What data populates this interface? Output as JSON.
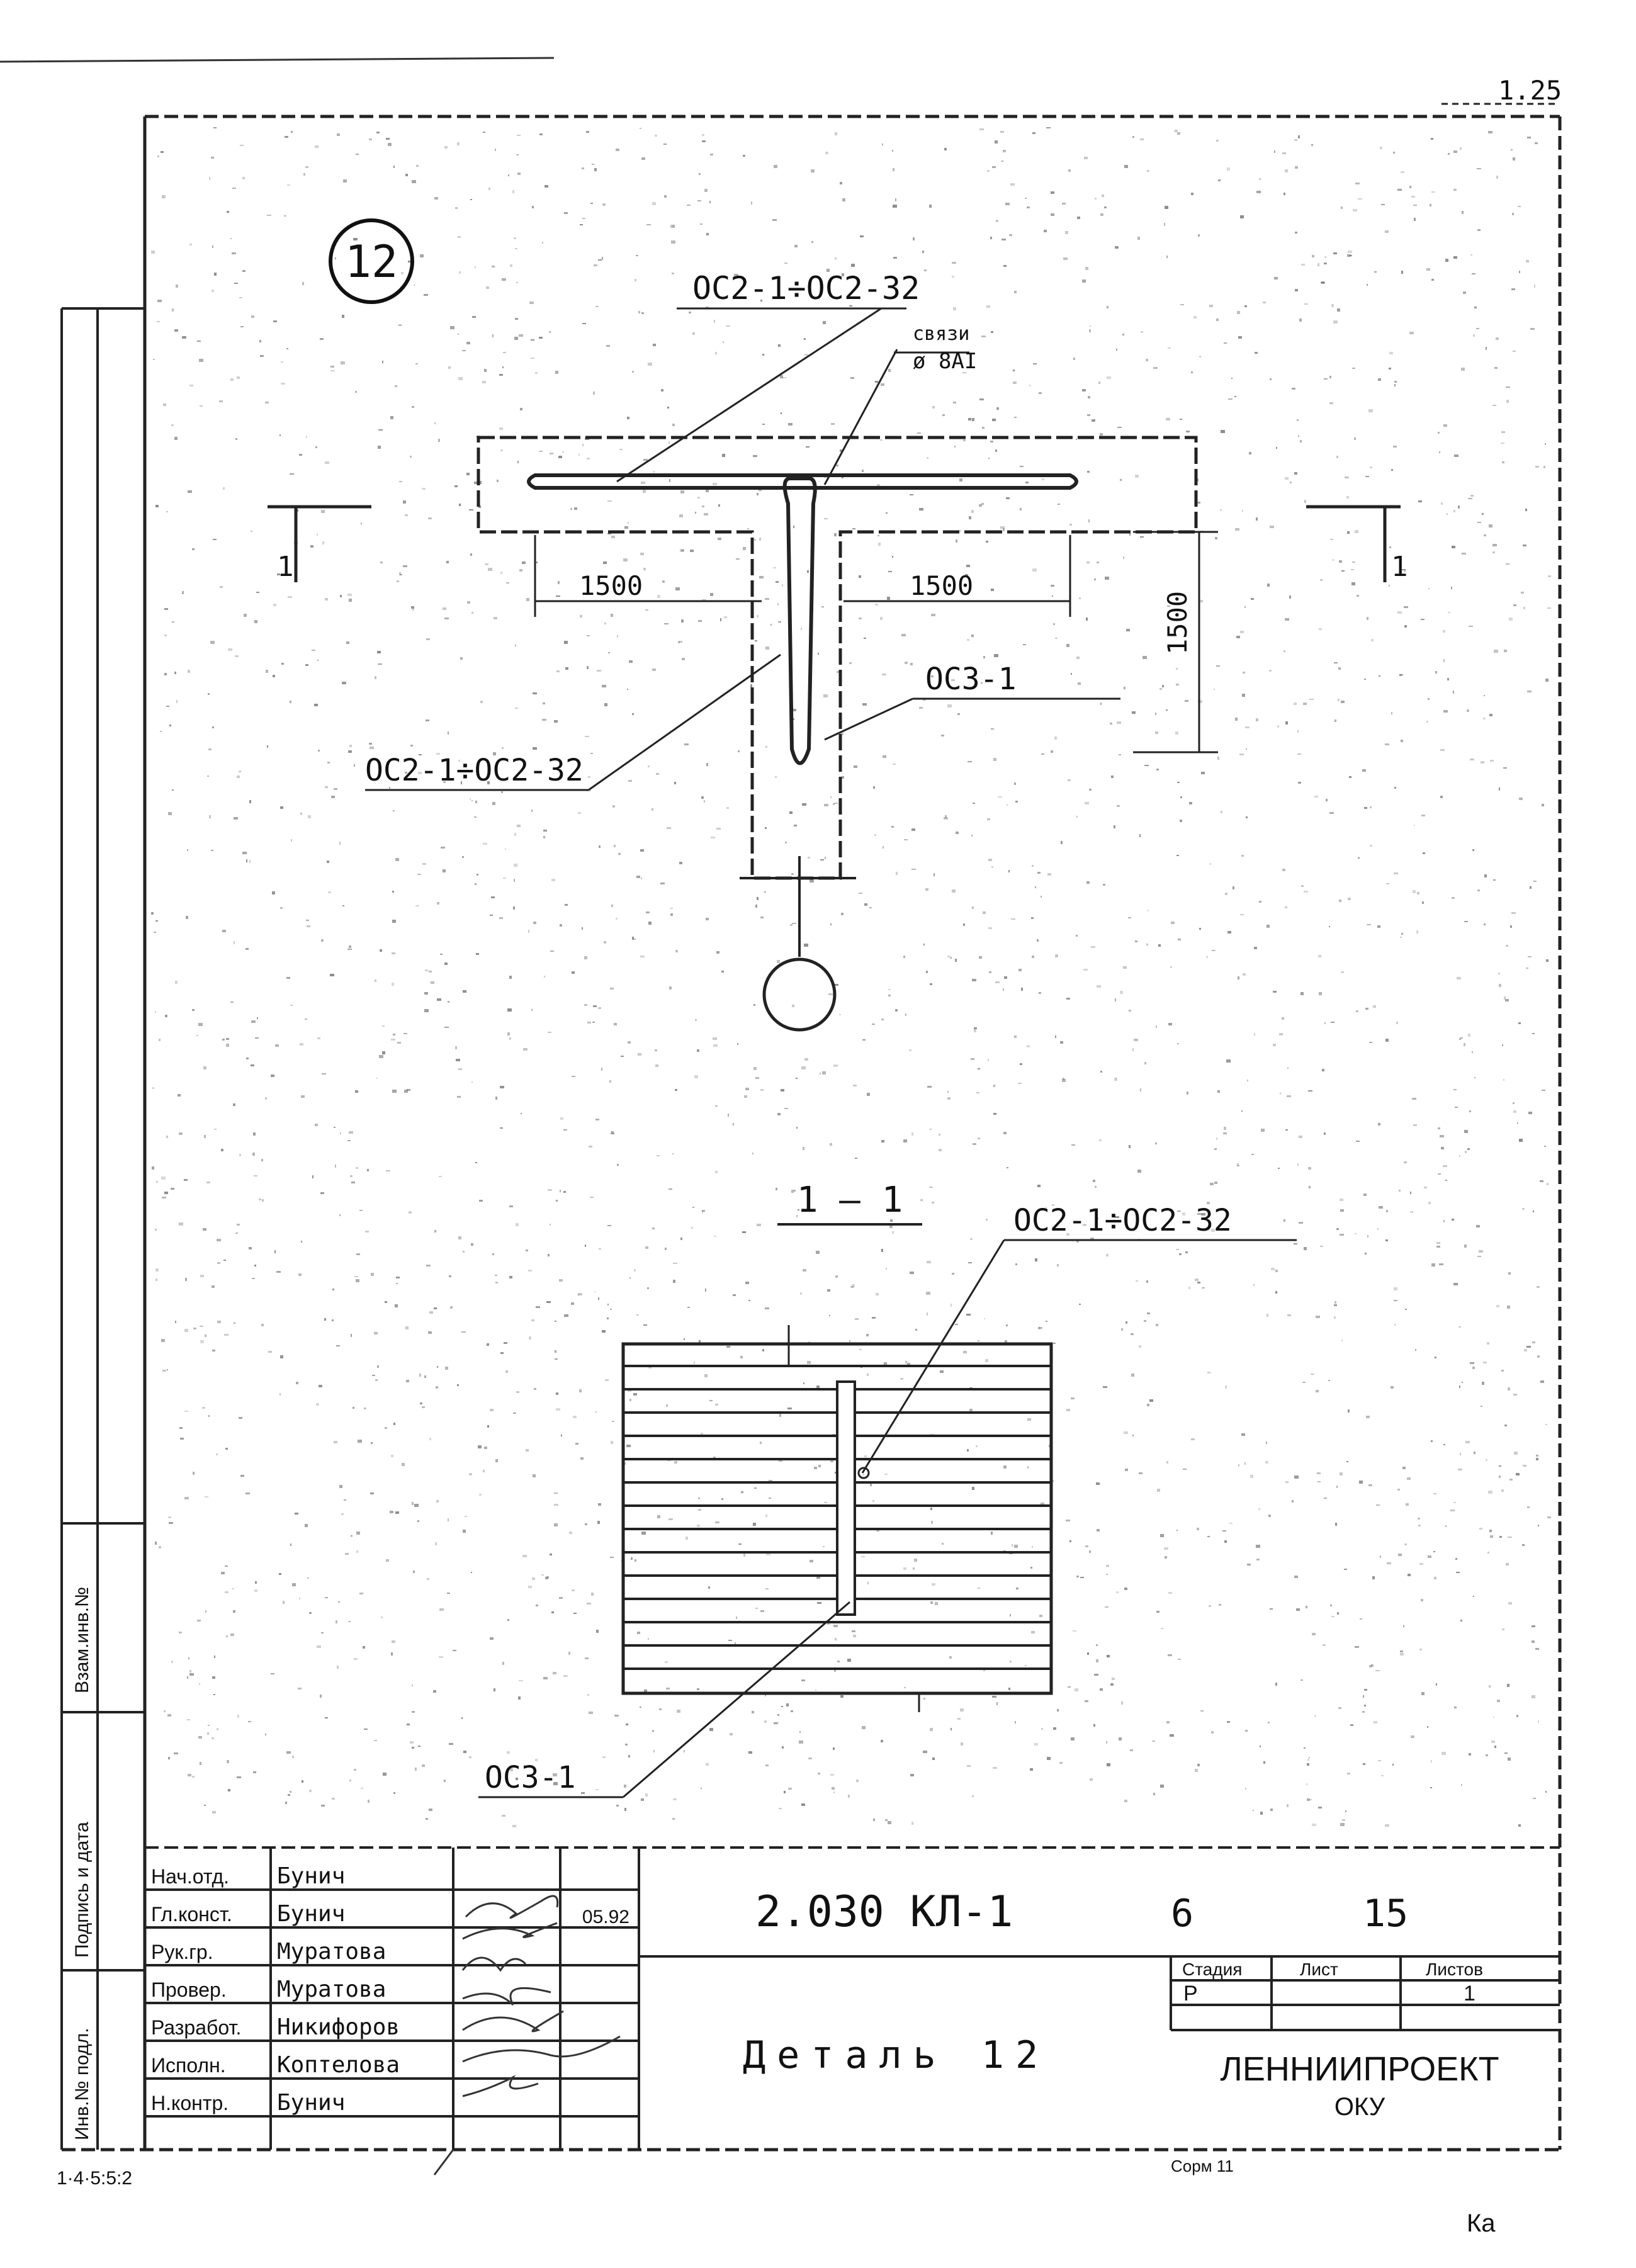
{
  "sheet": {
    "sheet_number": "1.25",
    "detail_number": "12",
    "bottom_left_mark": "1·4·5:5:2",
    "bottom_right_mark": "Ка",
    "copy_mark": "Сорм 11"
  },
  "plan": {
    "label_top": "ОС2-1÷ОС2-32",
    "label_ties": "связи",
    "label_ties_size": "ø 8АI",
    "dim_left": "1500",
    "dim_right": "1500",
    "dim_vertical": "1500",
    "label_oc3": "ОС3-1",
    "label_left": "ОС2-1÷ОС2-32",
    "section_mark_left": "1",
    "section_mark_right": "1"
  },
  "section": {
    "title": "1 — 1",
    "label_top": "ОС2-1÷ОС2-32",
    "label_bottom": "ОС3-1"
  },
  "side_stamp": {
    "col1": "Взам.инв.№",
    "col2": "Подпись и дата",
    "col3": "Инв.№ подл."
  },
  "title_block": {
    "roles": [
      "Нач.отд.",
      "Гл.конст.",
      "Рук.гр.",
      "Провер.",
      "Разработ.",
      "Исполн.",
      "Н.контр."
    ],
    "names": [
      "Бунич",
      "Бунич",
      "Муратова",
      "Муратова",
      "Никифоров",
      "Коптелова",
      "Бунич"
    ],
    "date": "05.92",
    "code_line": "2.030 КЛ-1",
    "code_part": "6",
    "code_sheet": "15",
    "detail_title": "Деталь 12",
    "col_stage": "Стадия",
    "col_sheet": "Лист",
    "col_sheets": "Листов",
    "stage_value": "Р",
    "sheets_value": "1",
    "org_name": "ЛЕННИИПРОЕКТ",
    "org_dept": "ОКУ"
  }
}
